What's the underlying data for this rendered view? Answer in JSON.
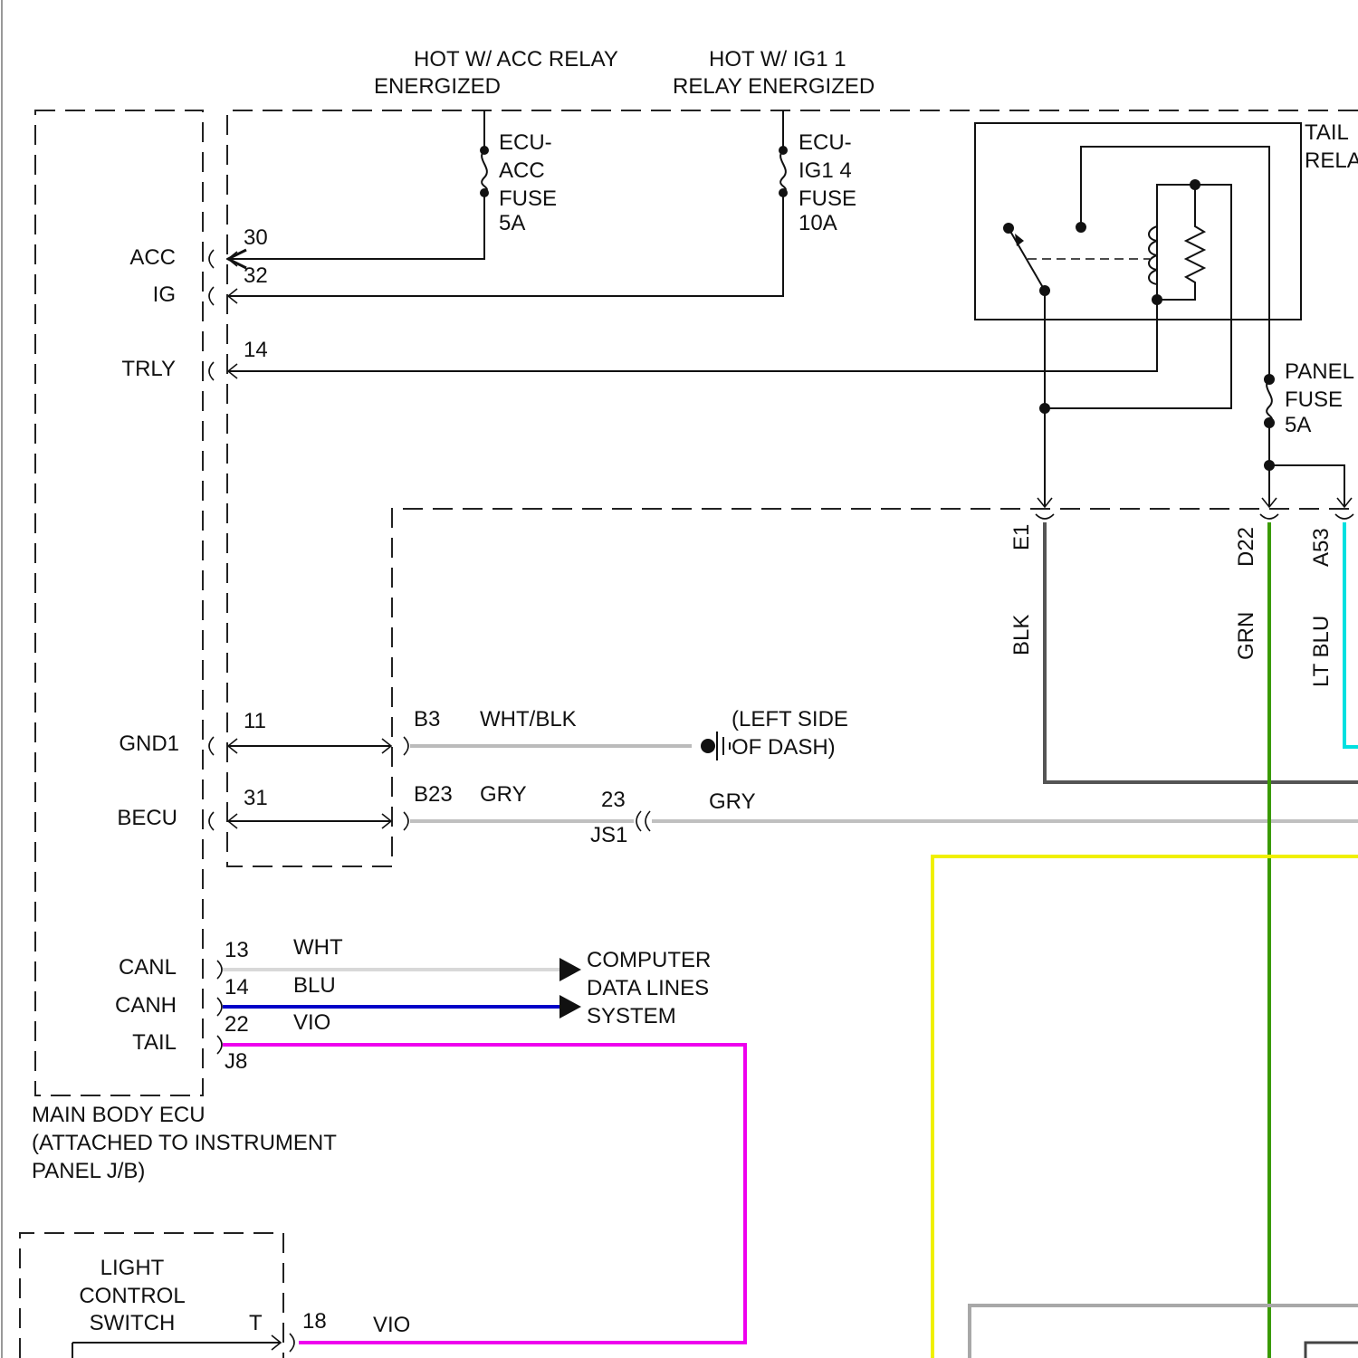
{
  "labels": {
    "hot_acc_line1": "HOT W/ ACC RELAY",
    "hot_acc_line2": "ENERGIZED",
    "hot_ig1_line1": "HOT W/ IG1 1",
    "hot_ig1_line2": "RELAY ENERGIZED",
    "fuse_acc": [
      "ECU-",
      "ACC",
      "FUSE",
      "5A"
    ],
    "fuse_ig1": [
      "ECU-",
      "IG1 4",
      "FUSE",
      "10A"
    ],
    "tail_relay": [
      "TAIL",
      "RELA"
    ],
    "panel_fuse": [
      "PANEL",
      "FUSE",
      "5A"
    ],
    "ground_location": [
      "(LEFT SIDE",
      "OF DASH)"
    ],
    "data_lines": [
      "COMPUTER",
      "DATA LINES",
      "SYSTEM"
    ],
    "main_body_ecu": [
      "MAIN BODY ECU",
      "(ATTACHED TO INSTRUMENT",
      "PANEL J/B)"
    ],
    "light_switch": [
      "LIGHT",
      "CONTROL",
      "SWITCH"
    ]
  },
  "ecu_pins": [
    {
      "name": "ACC",
      "pin": "30"
    },
    {
      "name": "IG",
      "pin": "32"
    },
    {
      "name": "TRLY",
      "pin": "14"
    },
    {
      "name": "GND1",
      "pin": "11"
    },
    {
      "name": "BECU",
      "pin": "31"
    },
    {
      "name": "CANL",
      "pin": "13"
    },
    {
      "name": "CANH",
      "pin": "14"
    },
    {
      "name": "TAIL",
      "pin": "22"
    }
  ],
  "connector_labels": {
    "b3": "B3",
    "b23": "B23",
    "js1_pin": "23",
    "js1": "JS1",
    "j8": "J8",
    "switch_pin_t": "T",
    "switch_pin_18": "18",
    "e1": "E1",
    "d22": "D22",
    "a53": "A53"
  },
  "wires": {
    "wht_blk": "WHT/BLK",
    "gry_b23": "GRY",
    "gry_js1": "GRY",
    "wht": "WHT",
    "blu": "BLU",
    "vio_22": "VIO",
    "vio_18": "VIO",
    "blk": "BLK",
    "grn": "GRN",
    "lt_blu": "LT BLU"
  },
  "colors": {
    "wht_blk": "#bbbbbb",
    "gry": "#c0c0c0",
    "wht": "#d8d8d8",
    "blu": "#0000c8",
    "vio": "#ee00ee",
    "blk": "#555555",
    "grn": "#3a9a00",
    "lt_blu": "#00e0e0",
    "yellow": "#f0f000",
    "ground_wire": "#a8a8a8"
  }
}
